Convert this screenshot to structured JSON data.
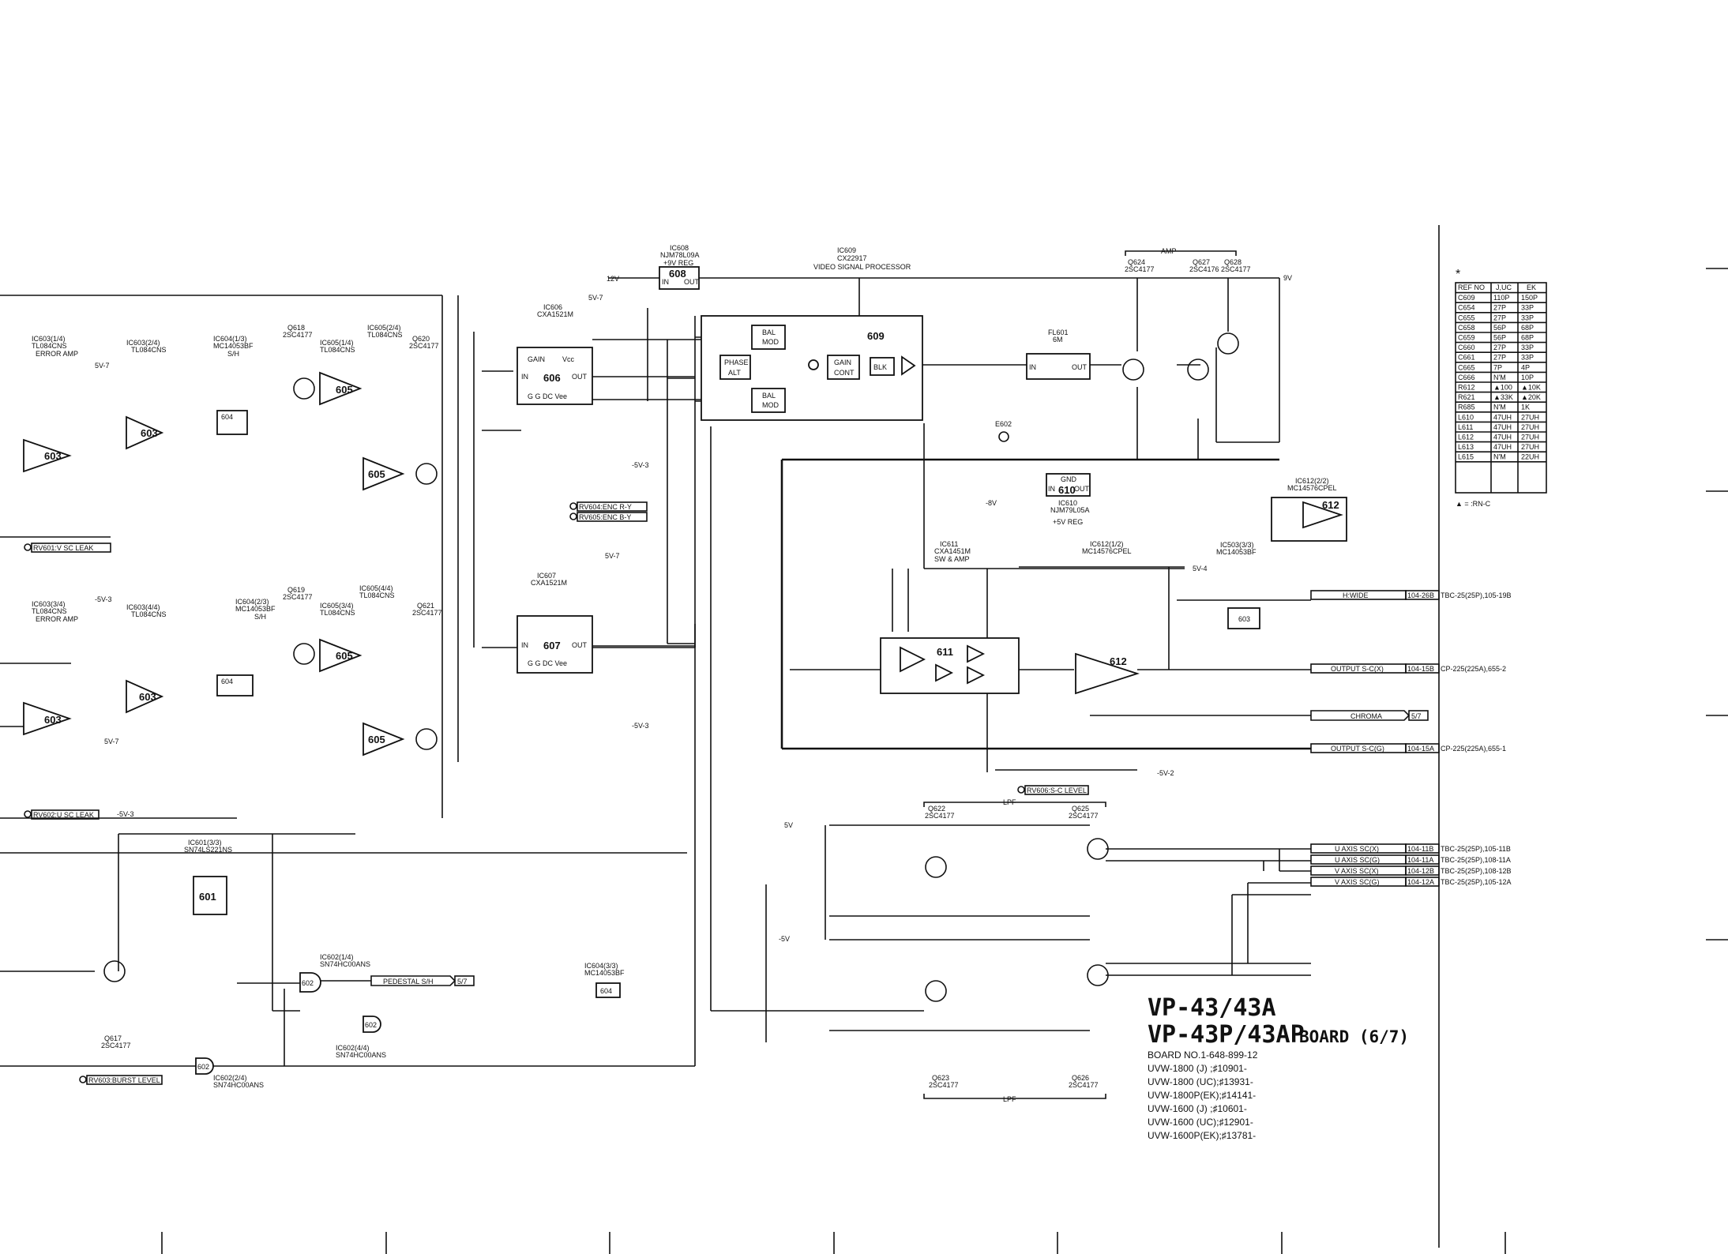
{
  "board": {
    "title_line1": "VP-43/43A",
    "title_line2": "VP-43P/43AP",
    "board_suffix": "BOARD (6/7)",
    "board_no": "BOARD NO.1-648-899-12",
    "serials": [
      "UVW-1800 (J) ;♯10901-",
      "UVW-1800 (UC);♯13931-",
      "UVW-1800P(EK);♯14141-",
      "UVW-1600 (J) ;♯10601-",
      "UVW-1600 (UC);♯12901-",
      "UVW-1600P(EK);♯13781-"
    ]
  },
  "parts_table": {
    "asterisk": "*",
    "headers": [
      "REF NO",
      "J,UC",
      "EK"
    ],
    "rows": [
      [
        "C609",
        "110P",
        "150P"
      ],
      [
        "C654",
        "27P",
        "33P"
      ],
      [
        "C655",
        "27P",
        "33P"
      ],
      [
        "C658",
        "56P",
        "68P"
      ],
      [
        "C659",
        "56P",
        "68P"
      ],
      [
        "C660",
        "27P",
        "33P"
      ],
      [
        "C661",
        "27P",
        "33P"
      ],
      [
        "C665",
        "7P",
        "4P"
      ],
      [
        "C666",
        "N'M",
        "10P"
      ],
      [
        "R612",
        "▲100",
        "▲10K"
      ],
      [
        "R621",
        "▲33K",
        "▲20K"
      ],
      [
        "R685",
        "N'M",
        "1K"
      ],
      [
        "L610",
        "47UH",
        "27UH"
      ],
      [
        "L611",
        "47UH",
        "27UH"
      ],
      [
        "L612",
        "47UH",
        "27UH"
      ],
      [
        "L613",
        "47UH",
        "27UH"
      ],
      [
        "L615",
        "N'M",
        "22UH"
      ]
    ],
    "note": "▲ = :RN-C"
  },
  "ics": [
    {
      "id": "603a",
      "num": "603"
    },
    {
      "id": "603b",
      "num": "603"
    },
    {
      "id": "603c",
      "num": "603"
    },
    {
      "id": "603d",
      "num": "603"
    },
    {
      "id": "604a",
      "num": "604"
    },
    {
      "id": "604b",
      "num": "604"
    },
    {
      "id": "605a",
      "num": "605"
    },
    {
      "id": "605b",
      "num": "605"
    },
    {
      "id": "605c",
      "num": "605"
    },
    {
      "id": "605d",
      "num": "605"
    },
    {
      "id": "606",
      "num": "606"
    },
    {
      "id": "607",
      "num": "607"
    },
    {
      "id": "608",
      "num": "608"
    },
    {
      "id": "609",
      "num": "609"
    },
    {
      "id": "610",
      "num": "610"
    },
    {
      "id": "611",
      "num": "611"
    },
    {
      "id": "612a",
      "num": "612"
    },
    {
      "id": "612b",
      "num": "612"
    },
    {
      "id": "601",
      "num": "601"
    },
    {
      "id": "602a",
      "num": "602"
    },
    {
      "id": "602b",
      "num": "602"
    },
    {
      "id": "602c",
      "num": "602"
    },
    {
      "id": "603e",
      "num": "603"
    },
    {
      "id": "604c",
      "num": "604"
    }
  ],
  "ic_labels": {
    "ic603_14": "IC603(1/4)",
    "ic603_14_part": "TL084CNS",
    "ic603_14_fn": "ERROR AMP",
    "ic603_24": "IC603(2/4)",
    "ic603_24_part": "TL084CNS",
    "ic604_13": "IC604(1/3)",
    "ic604_13_part": "MC14053BF",
    "ic604_13_fn": "S/H",
    "ic605_14": "IC605(1/4)",
    "ic605_14_part": "TL084CNS",
    "ic605_24": "IC605(2/4)",
    "ic605_24_part": "TL084CNS",
    "ic603_34": "IC603(3/4)",
    "ic603_34_part": "TL084CNS",
    "ic603_34_fn": "ERROR AMP",
    "ic603_44": "IC603(4/4)",
    "ic603_44_part": "TL084CNS",
    "ic604_23": "IC604(2/3)",
    "ic604_23_part": "MC14053BF",
    "ic604_23_fn": "S/H",
    "ic605_34": "IC605(3/4)",
    "ic605_34_part": "TL084CNS",
    "ic605_44": "IC605(4/4)",
    "ic605_44_part": "TL084CNS",
    "ic606": "IC606",
    "ic606_part": "CXA1521M",
    "ic607": "IC607",
    "ic607_part": "CXA1521M",
    "ic608": "IC608",
    "ic608_part": "NJM78L09A",
    "ic608_fn": "+9V REG",
    "ic609": "IC609",
    "ic609_part": "CX22917",
    "ic609_fn": "VIDEO SIGNAL PROCESSOR",
    "ic610": "IC610",
    "ic610_part": "NJM79L05A",
    "ic610_fn": "+5V REG",
    "ic611": "IC611",
    "ic611_part": "CXA1451M",
    "ic611_fn": "SW & AMP",
    "ic612_12": "IC612(1/2)",
    "ic612_12_part": "MC14576CPEL",
    "ic612_22": "IC612(2/2)",
    "ic612_22_part": "MC14576CPEL",
    "ic603_33": "IC503(3/3)",
    "ic603_33_part": "MC14053BF",
    "ic601_33": "IC601(3/3)",
    "ic601_33_part": "SN74LS221NS",
    "ic602_14": "IC602(1/4)",
    "ic602_14_part": "SN74HC00ANS",
    "ic602_24": "IC602(2/4)",
    "ic602_24_part": "SN74HC00ANS",
    "ic602_44": "IC602(4/4)",
    "ic602_44_part": "SN74HC00ANS",
    "ic604_33": "IC604(3/3)",
    "ic604_33_part": "MC14053BF"
  },
  "transistors": [
    {
      "ref": "Q618",
      "part": "2SC4177"
    },
    {
      "ref": "Q619",
      "part": "2SC4177"
    },
    {
      "ref": "Q620",
      "part": "2SC4177"
    },
    {
      "ref": "Q621",
      "part": "2SC4177"
    },
    {
      "ref": "Q617",
      "part": "2SC4177"
    },
    {
      "ref": "Q622",
      "part": "2SC4177"
    },
    {
      "ref": "Q623",
      "part": "2SC4177"
    },
    {
      "ref": "Q624",
      "part": "2SC4177"
    },
    {
      "ref": "Q625",
      "part": "2SC4177"
    },
    {
      "ref": "Q626",
      "part": "2SC4177"
    },
    {
      "ref": "Q627",
      "part": "2SC4176"
    },
    {
      "ref": "Q628",
      "part": "2SC4177"
    }
  ],
  "block_labels": {
    "ic609_phase": "PHASE",
    "ic609_alt": "ALT",
    "ic609_balmod": "BAL",
    "ic609_mod": "MOD",
    "ic609_gain": "GAIN",
    "ic609_cont": "CONT",
    "ic609_blk": "BLK",
    "ic606_gain": "GAIN",
    "ic606_vcc": "Vcc",
    "ic606_in": "IN",
    "ic606_out": "OUT",
    "ic606_gnd": "G G DC Vee",
    "fl601": "FL601",
    "fl601_val": "6M",
    "reg_in": "IN",
    "reg_out": "OUT",
    "reg_gnd": "GND",
    "amp": "AMP",
    "lpf": "LPF"
  },
  "rails": {
    "v9": "9V",
    "v12": "12V",
    "v5p": "5V-7",
    "v5n3": "-5V-3",
    "v5n2": "-5V-2",
    "v5n4": "5V-4",
    "v8n": "-8V",
    "v5lpf": "5V",
    "v5lpfn": "-5V",
    "sv7": "5V-7",
    "e602": "E602",
    "sv7b": "5V-7"
  },
  "connectors": [
    {
      "name": "H:WIDE",
      "pin": "104-26B",
      "dest": "TBC-25(25P),105-19B"
    },
    {
      "name": "OUTPUT S-C(X)",
      "pin": "104-15B",
      "dest": "CP-225(225A),655-2"
    },
    {
      "name": "CHROMA",
      "pin": "5/7",
      "dest": ""
    },
    {
      "name": "OUTPUT S-C(G)",
      "pin": "104-15A",
      "dest": "CP-225(225A),655-1"
    },
    {
      "name": "U AXIS SC(X)",
      "pin": "104-11B",
      "dest": "TBC-25(25P),105-11B"
    },
    {
      "name": "U AXIS SC(G)",
      "pin": "104-11A",
      "dest": "TBC-25(25P),108-11A"
    },
    {
      "name": "V AXIS SC(X)",
      "pin": "104-12B",
      "dest": "TBC-25(25P),108-12B"
    },
    {
      "name": "V AXIS SC(G)",
      "pin": "104-12A",
      "dest": "TBC-25(25P),105-12A"
    },
    {
      "name": "PEDESTAL S/H",
      "pin": "5/7",
      "dest": ""
    }
  ],
  "adjustments": [
    "RV601:V SC LEAK",
    "RV602:U SC LEAK",
    "RV603:BURST LEVEL",
    "RV604:ENC R-Y",
    "RV605:ENC B-Y",
    "RV606:S-C LEVEL"
  ]
}
